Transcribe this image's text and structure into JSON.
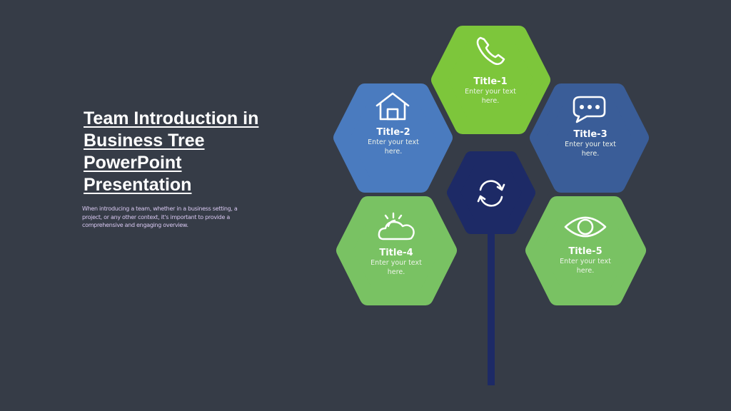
{
  "slide": {
    "title_lines": [
      "Team Introduction in",
      "Business Tree",
      "PowerPoint",
      "Presentation"
    ],
    "description": "When introducing a team, whether in a business setting, a project, or any other context, it's important to provide a comprehensive and engaging overview."
  },
  "colors": {
    "background": "#363c47",
    "green_bright": "#7dc63b",
    "blue_light": "#4a7bbf",
    "blue_dark": "#3a5d98",
    "green_soft": "#79c263",
    "navy": "#1d2a66",
    "description_text": "#d9c9f2"
  },
  "center": {
    "icon": "refresh-icon"
  },
  "hexes": [
    {
      "title": "Title-1",
      "body": "Enter your text here.",
      "icon": "phone-icon"
    },
    {
      "title": "Title-2",
      "body": "Enter your text here.",
      "icon": "home-icon"
    },
    {
      "title": "Title-3",
      "body": "Enter your text here.",
      "icon": "chat-bubble-icon"
    },
    {
      "title": "Title-4",
      "body": "Enter your text here.",
      "icon": "partly-cloudy-icon"
    },
    {
      "title": "Title-5",
      "body": "Enter your text here.",
      "icon": "eye-icon"
    }
  ]
}
